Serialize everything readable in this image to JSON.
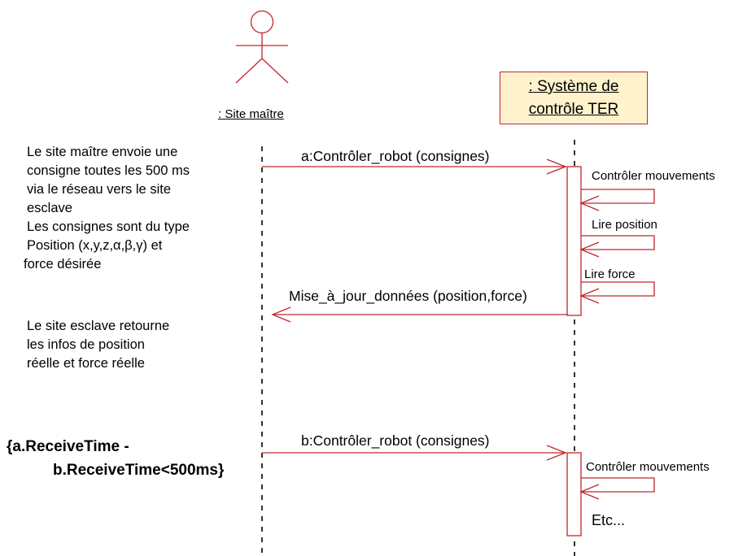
{
  "actor": {
    "name": ": Site maître"
  },
  "system": {
    "line1": ": Système de",
    "line2": "contrôle TER"
  },
  "colors": {
    "line": "#c0272d",
    "box_fill": "#fff2cc"
  },
  "messages": {
    "m1": "a:Contrôler_robot (consignes)",
    "m2": "Mise_à_jour_données (position,force)",
    "m3": "b:Contrôler_robot (consignes)"
  },
  "self_calls": {
    "s1": "Contrôler mouvements",
    "s2": "Lire position",
    "s3": "Lire force",
    "s4": "Contrôler mouvements"
  },
  "etc": "Etc...",
  "notes": {
    "n1": [
      "Le site maître envoie une",
      "consigne toutes les 500 ms",
      "via le réseau vers le site",
      "esclave",
      "Les consignes sont du type",
      "Position (x,y,z,α,β,γ) et",
      "force désirée"
    ],
    "n2": [
      "Le site esclave retourne",
      "les infos de position",
      "réelle et force réelle"
    ]
  },
  "constraint": {
    "line1": "{a.ReceiveTime -",
    "line2": "b.ReceiveTime<500ms}"
  }
}
